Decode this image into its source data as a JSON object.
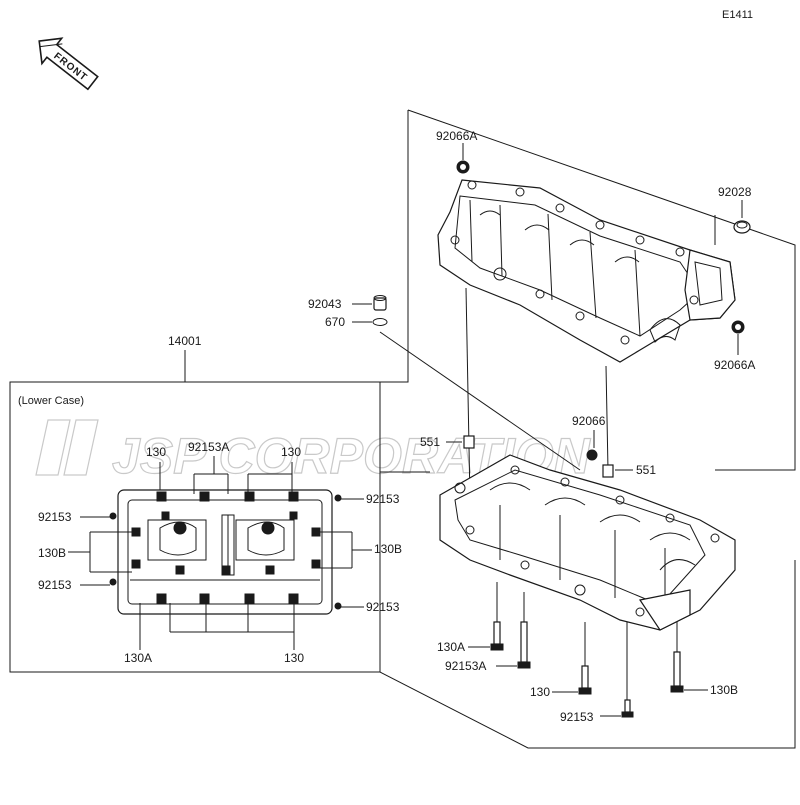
{
  "diagram_code": "E1411",
  "front_arrow_label": "FRONT",
  "watermark": "JSP CORPORATION",
  "assembly_number": "14001",
  "lower_case_label": "(Lower Case)",
  "callouts": {
    "upper_92066A_top": "92066A",
    "upper_92028": "92028",
    "upper_92066A_right": "92066A",
    "dowel_92043": "92043",
    "oring_670": "670",
    "pin_551_left": "551",
    "plug_92066": "92066",
    "pin_551_right": "551",
    "bolt_130A": "130A",
    "bolt_92153A": "92153A",
    "bolt_130": "130",
    "bolt_92153": "92153",
    "bolt_130B": "130B",
    "inset_130_left": "130",
    "inset_92153A": "92153A",
    "inset_130_right": "130",
    "inset_92153_tl": "92153",
    "inset_92153_tr": "92153",
    "inset_130B_left": "130B",
    "inset_130B_right": "130B",
    "inset_92153_ml": "92153",
    "inset_92153_br": "92153",
    "inset_130A_bottom": "130A",
    "inset_130_bottom": "130"
  }
}
